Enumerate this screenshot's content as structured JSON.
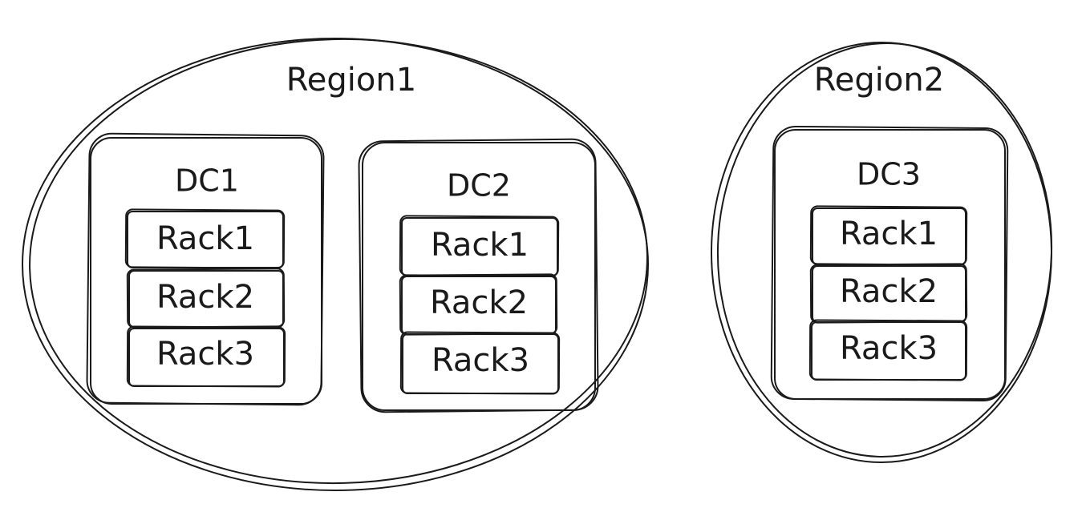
{
  "regions": [
    {
      "label": "Region1",
      "datacenters": [
        {
          "label": "DC1",
          "racks": [
            "Rack1",
            "Rack2",
            "Rack3"
          ]
        },
        {
          "label": "DC2",
          "racks": [
            "Rack1",
            "Rack2",
            "Rack3"
          ]
        }
      ]
    },
    {
      "label": "Region2",
      "datacenters": [
        {
          "label": "DC3",
          "racks": [
            "Rack1",
            "Rack2",
            "Rack3"
          ]
        }
      ]
    }
  ],
  "colors": {
    "stroke": "#1a1a1a",
    "background": "#ffffff"
  }
}
